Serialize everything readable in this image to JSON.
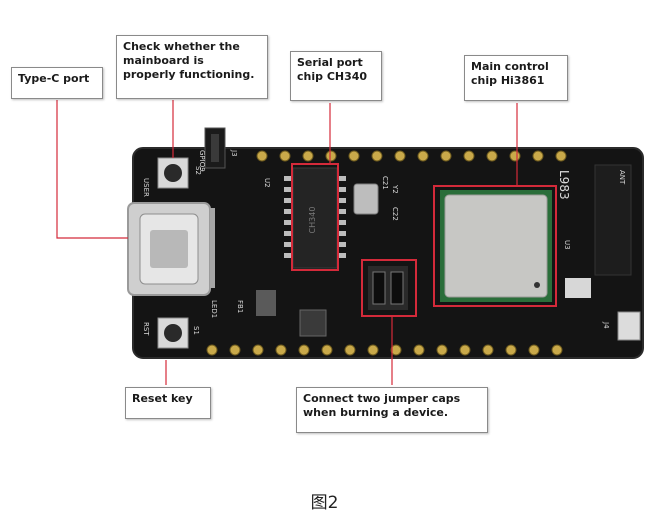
{
  "callouts": {
    "type_c": {
      "lines": [
        "Type-C port"
      ]
    },
    "check": {
      "lines": [
        "Check whether the",
        "mainboard is",
        "properly functioning."
      ]
    },
    "serial": {
      "lines": [
        "Serial port",
        "chip CH340"
      ]
    },
    "main_chip": {
      "lines": [
        "Main control",
        "chip Hi3861"
      ]
    },
    "reset": {
      "lines": [
        "Reset key"
      ]
    },
    "jumper": {
      "lines": [
        "Connect two jumper caps",
        "when burning a device."
      ]
    }
  },
  "silkscreen": {
    "user_key": "USER",
    "s2": "S2",
    "rst": "RST",
    "s1": "S1",
    "gpio9": "GPIO9",
    "j3": "J3",
    "u2": "U2",
    "u3": "U3",
    "y2": "Y2",
    "c21": "C21",
    "c22": "C22",
    "led1": "LED1",
    "fb1": "FB1",
    "ant": "ANT",
    "j4": "J4",
    "logo": "L983"
  },
  "chip_marking": "CH340",
  "caption": "图2",
  "colors": {
    "board": "#141414",
    "highlight": "#d42a3a",
    "callout_border": "#8a8a8a",
    "gold": "#c9a94a",
    "module": "#c7c7c4"
  }
}
